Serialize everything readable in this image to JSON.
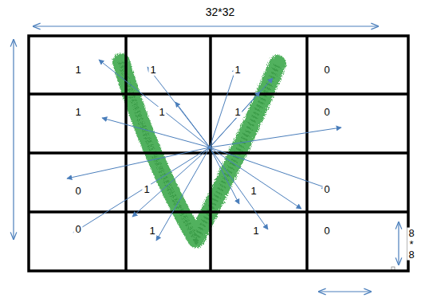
{
  "diagram": {
    "labels": [
      "32*32",
      "1",
      "1",
      "1",
      "0",
      "1",
      "1",
      "1",
      "0",
      "0",
      "1",
      "1",
      "0",
      "0",
      "1",
      "1",
      "0",
      "8 * 8"
    ]
  }
}
